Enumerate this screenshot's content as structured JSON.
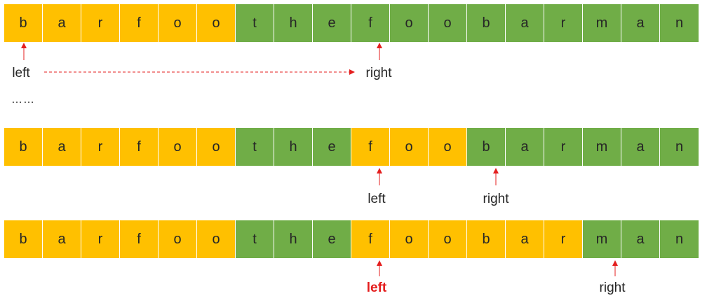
{
  "rows": [
    {
      "cells": [
        {
          "ch": "b",
          "color": "yellow"
        },
        {
          "ch": "a",
          "color": "yellow"
        },
        {
          "ch": "r",
          "color": "yellow"
        },
        {
          "ch": "f",
          "color": "yellow"
        },
        {
          "ch": "o",
          "color": "yellow"
        },
        {
          "ch": "o",
          "color": "yellow"
        },
        {
          "ch": "t",
          "color": "green"
        },
        {
          "ch": "h",
          "color": "green"
        },
        {
          "ch": "e",
          "color": "green"
        },
        {
          "ch": "f",
          "color": "green"
        },
        {
          "ch": "o",
          "color": "green"
        },
        {
          "ch": "o",
          "color": "green"
        },
        {
          "ch": "b",
          "color": "green"
        },
        {
          "ch": "a",
          "color": "green"
        },
        {
          "ch": "r",
          "color": "green"
        },
        {
          "ch": "m",
          "color": "green"
        },
        {
          "ch": "a",
          "color": "green"
        },
        {
          "ch": "n",
          "color": "green"
        }
      ],
      "left_label": "left",
      "right_label": "right"
    },
    {
      "cells": [
        {
          "ch": "b",
          "color": "yellow"
        },
        {
          "ch": "a",
          "color": "yellow"
        },
        {
          "ch": "r",
          "color": "yellow"
        },
        {
          "ch": "f",
          "color": "yellow"
        },
        {
          "ch": "o",
          "color": "yellow"
        },
        {
          "ch": "o",
          "color": "yellow"
        },
        {
          "ch": "t",
          "color": "green"
        },
        {
          "ch": "h",
          "color": "green"
        },
        {
          "ch": "e",
          "color": "green"
        },
        {
          "ch": "f",
          "color": "yellow"
        },
        {
          "ch": "o",
          "color": "yellow"
        },
        {
          "ch": "o",
          "color": "yellow"
        },
        {
          "ch": "b",
          "color": "green"
        },
        {
          "ch": "a",
          "color": "green"
        },
        {
          "ch": "r",
          "color": "green"
        },
        {
          "ch": "m",
          "color": "green"
        },
        {
          "ch": "a",
          "color": "green"
        },
        {
          "ch": "n",
          "color": "green"
        }
      ],
      "left_label": "left",
      "right_label": "right"
    },
    {
      "cells": [
        {
          "ch": "b",
          "color": "yellow"
        },
        {
          "ch": "a",
          "color": "yellow"
        },
        {
          "ch": "r",
          "color": "yellow"
        },
        {
          "ch": "f",
          "color": "yellow"
        },
        {
          "ch": "o",
          "color": "yellow"
        },
        {
          "ch": "o",
          "color": "yellow"
        },
        {
          "ch": "t",
          "color": "green"
        },
        {
          "ch": "h",
          "color": "green"
        },
        {
          "ch": "e",
          "color": "green"
        },
        {
          "ch": "f",
          "color": "yellow"
        },
        {
          "ch": "o",
          "color": "yellow"
        },
        {
          "ch": "o",
          "color": "yellow"
        },
        {
          "ch": "b",
          "color": "yellow"
        },
        {
          "ch": "a",
          "color": "yellow"
        },
        {
          "ch": "r",
          "color": "yellow"
        },
        {
          "ch": "m",
          "color": "green"
        },
        {
          "ch": "a",
          "color": "green"
        },
        {
          "ch": "n",
          "color": "green"
        }
      ],
      "left_label": "left",
      "right_label": "right"
    }
  ],
  "ellipsis": "……",
  "colors": {
    "yellow": "#ffc000",
    "green": "#70ad47",
    "arrow": "#e41e1e",
    "text": "#262626"
  }
}
